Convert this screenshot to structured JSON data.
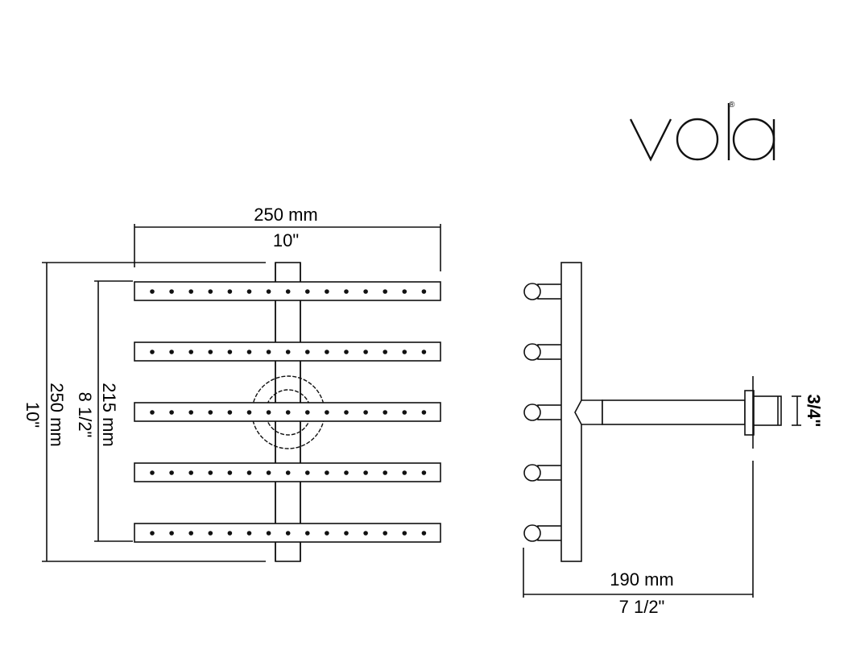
{
  "brand": {
    "logo_text": "vola",
    "registered_mark": "®"
  },
  "front_view": {
    "width_mm": "250 mm",
    "width_in": "10\"",
    "height_mm": "250 mm",
    "height_in": "10\"",
    "inner_height_mm": "215 mm",
    "inner_height_in": "8 1/2\"",
    "bar_count": 5,
    "nozzles_per_bar": 15
  },
  "side_view": {
    "depth_mm": "190 mm",
    "depth_in": "7 1/2\"",
    "thread_size": "3/4\""
  }
}
